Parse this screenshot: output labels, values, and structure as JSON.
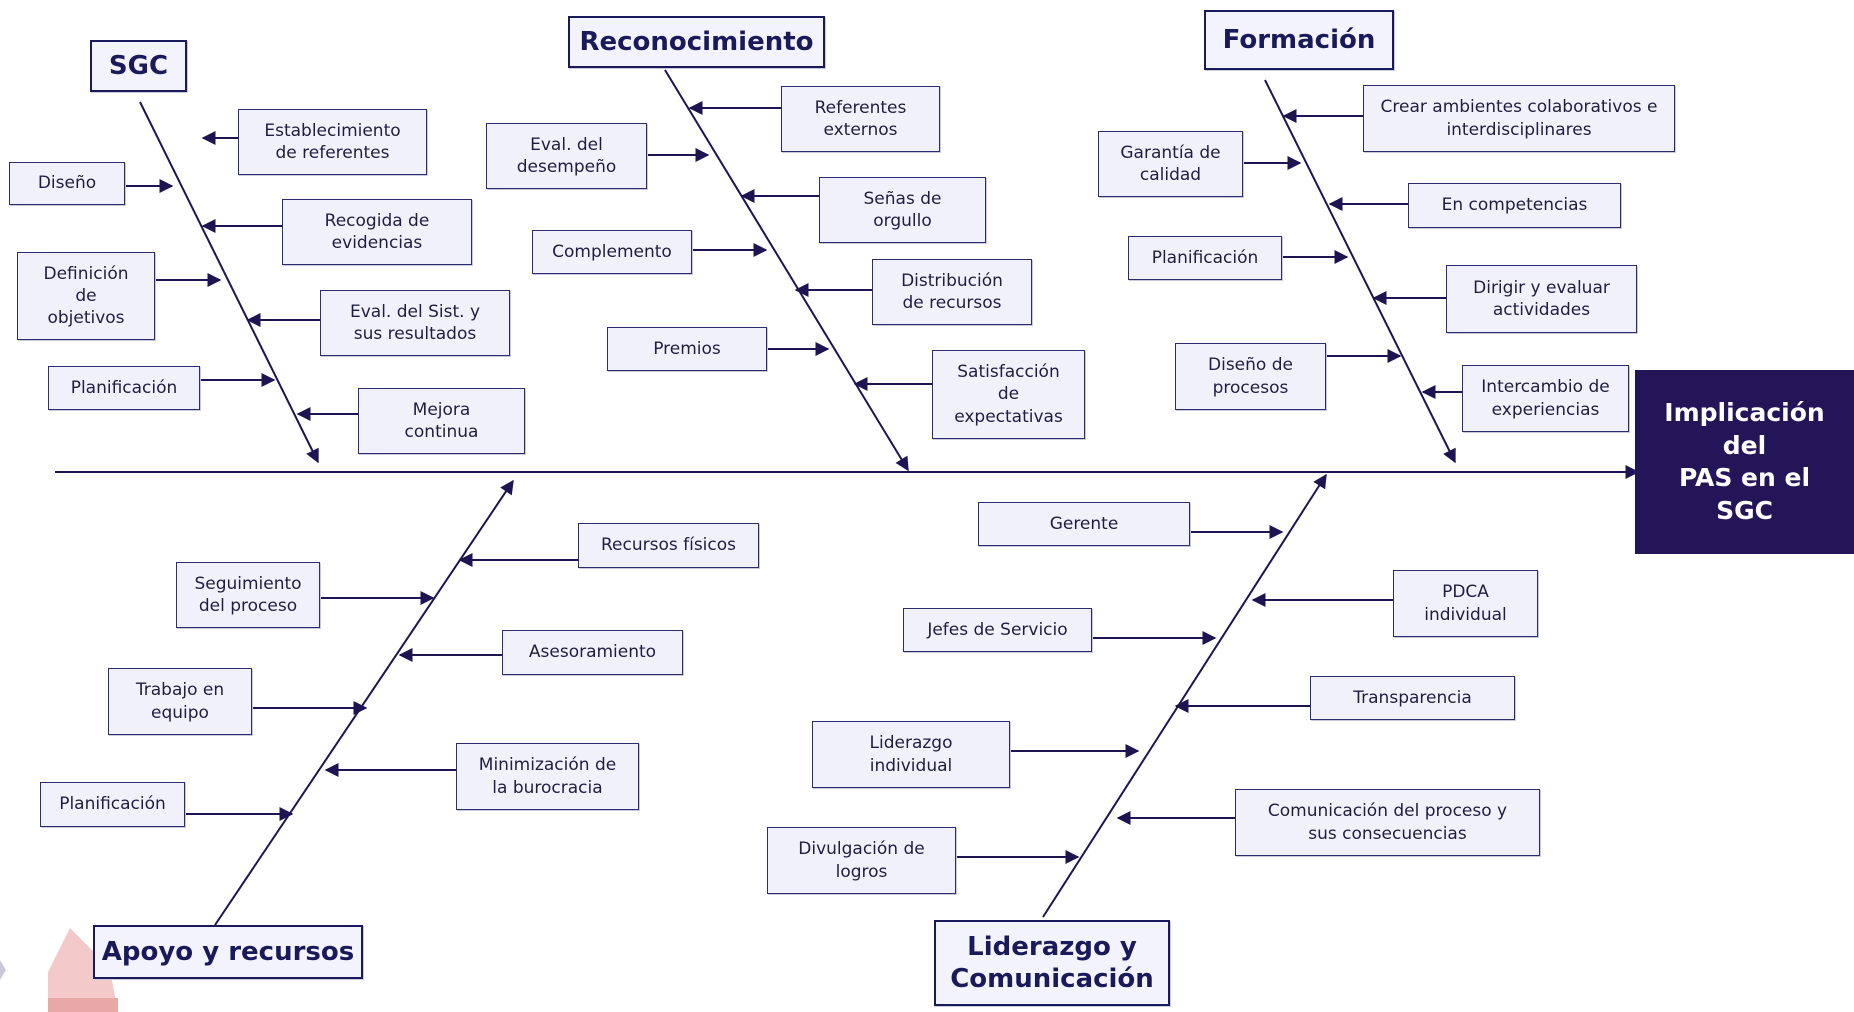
{
  "effect": "Implicación\ndel\nPAS en el\nSGC",
  "categories": {
    "sgc": "SGC",
    "reconocimiento": "Reconocimiento",
    "formacion": "Formación",
    "apoyo": "Apoyo y recursos",
    "liderazgo": "Liderazgo y\nComunicación"
  },
  "sgc": {
    "establecimiento": "Establecimiento\nde referentes",
    "diseno": "Diseño",
    "recogida": "Recogida de\nevidencias",
    "definicion": "Definición\nde\nobjetivos",
    "eval_sist": "Eval. del Sist. y\nsus resultados",
    "planificacion": "Planificación",
    "mejora": "Mejora\ncontinua"
  },
  "reconocimiento": {
    "referentes": "Referentes\nexternos",
    "eval_desempeno": "Eval. del\ndesempeño",
    "senas": "Señas de\norgullo",
    "complemento": "Complemento",
    "distribucion": "Distribución\nde recursos",
    "premios": "Premios",
    "satisfaccion": "Satisfacción\nde\nexpectativas"
  },
  "formacion": {
    "crear": "Crear ambientes colaborativos e\ninterdisciplinares",
    "garantia": "Garantía de\ncalidad",
    "competencias": "En competencias",
    "planificacion": "Planificación",
    "dirigir": "Dirigir y evaluar\nactividades",
    "diseno": "Diseño de\nprocesos",
    "intercambio": "Intercambio de\nexperiencias"
  },
  "apoyo": {
    "recursos": "Recursos físicos",
    "seguimiento": "Seguimiento\ndel proceso",
    "asesoramiento": "Asesoramiento",
    "trabajo": "Trabajo en\nequipo",
    "minimizacion": "Minimización de\nla burocracia",
    "planificacion": "Planificación"
  },
  "liderazgo": {
    "gerente": "Gerente",
    "pdca": "PDCA\nindividual",
    "jefes": "Jefes de Servicio",
    "transparencia": "Transparencia",
    "liderazgo_ind": "Liderazgo\nindividual",
    "comunicacion": "Comunicación del proceso y\nsus consecuencias",
    "divulgacion": "Divulgación de\nlogros"
  },
  "colors": {
    "line": "#1e1452",
    "box_border": "#2b2b6e",
    "box_fill": "#f1f1fc",
    "effect_fill": "#241458",
    "logo": "#e8a8a8"
  }
}
